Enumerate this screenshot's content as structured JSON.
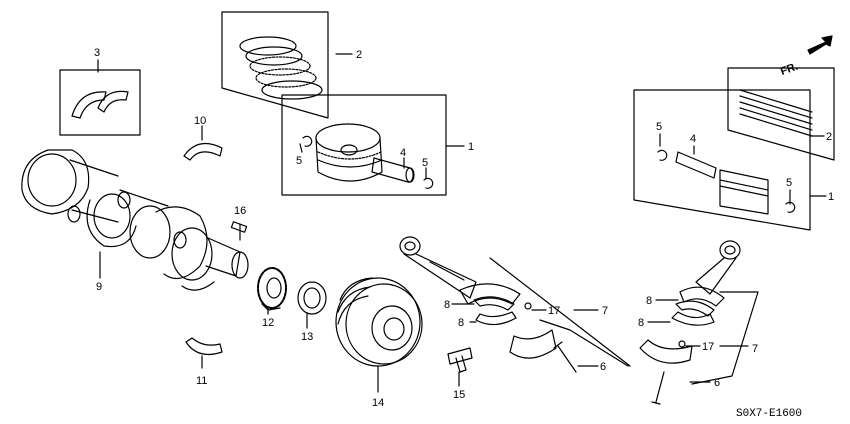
{
  "diagram": {
    "code": "S0X7-E1600",
    "direction_label": "FR.",
    "callouts": {
      "c1a": "1",
      "c1b": "1",
      "c2a": "2",
      "c2b": "2",
      "c3": "3",
      "c4a": "4",
      "c4b": "4",
      "c5a": "5",
      "c5b": "5",
      "c5c": "5",
      "c5d": "5",
      "c6a": "6",
      "c6b": "6",
      "c7a": "7",
      "c7b": "7",
      "c8a": "8",
      "c8b": "8",
      "c8c": "8",
      "c8d": "8",
      "c9": "9",
      "c10": "10",
      "c11": "11",
      "c12": "12",
      "c13": "13",
      "c14": "14",
      "c15": "15",
      "c16": "16",
      "c17a": "17",
      "c17b": "17"
    }
  }
}
